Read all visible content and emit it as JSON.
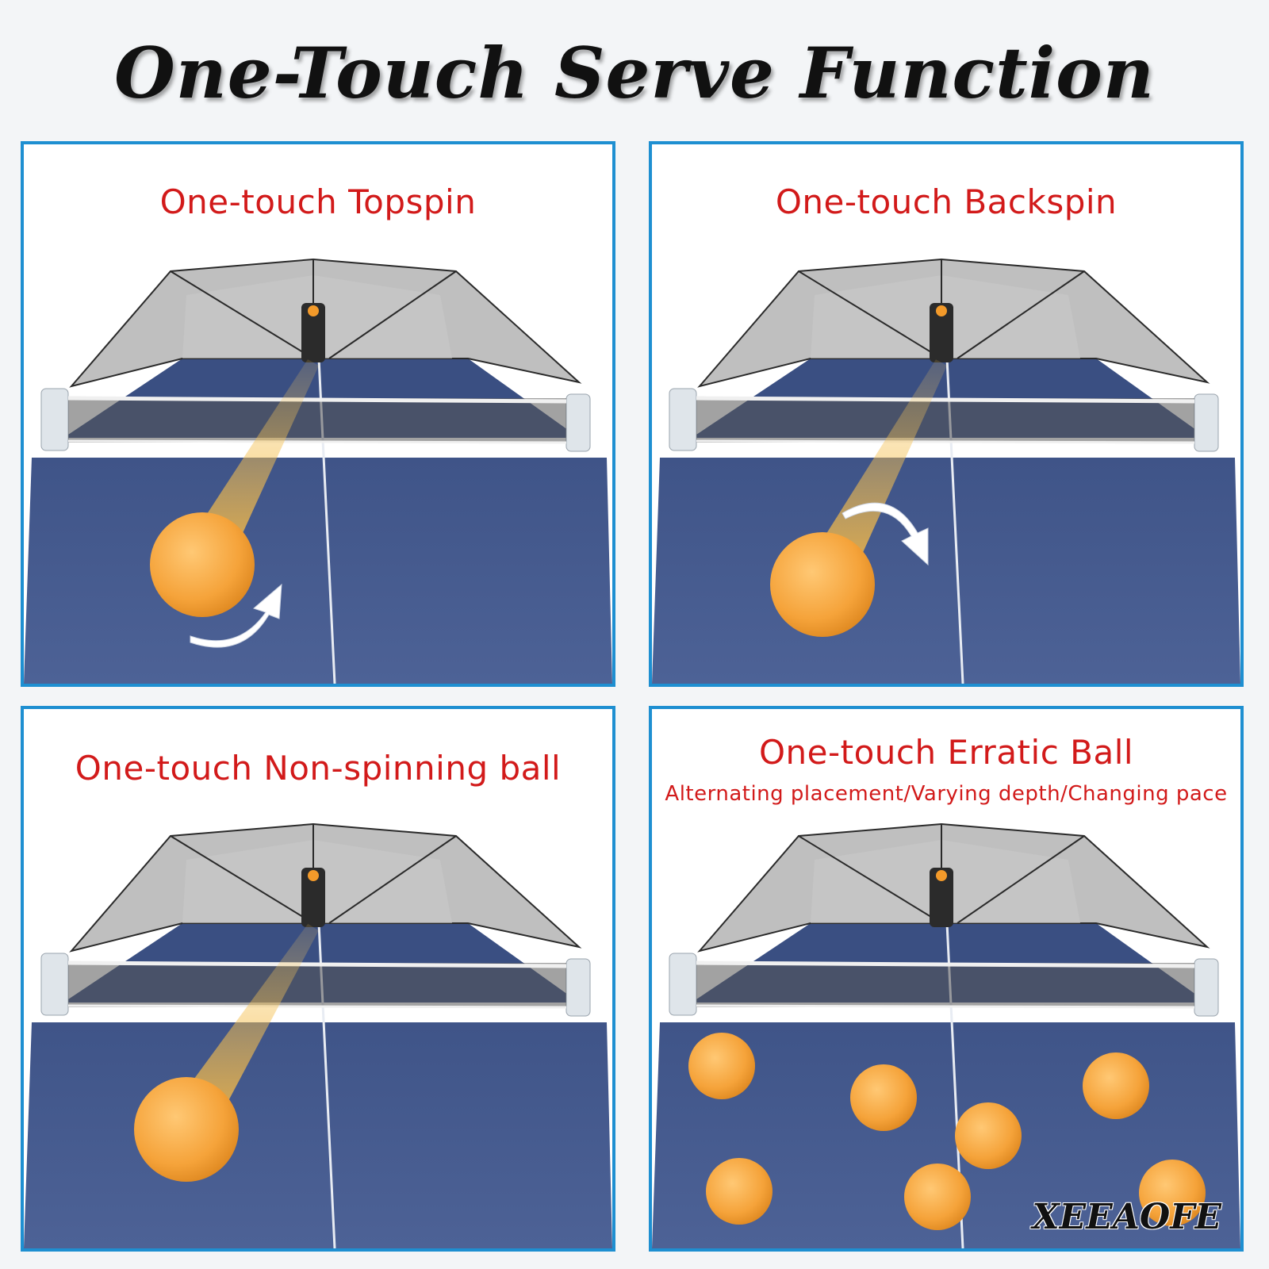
{
  "title": "One-Touch Serve Function",
  "panels": [
    {
      "title": "One-touch Topspin",
      "subtitle": "",
      "ball_motion": "topspin"
    },
    {
      "title": "One-touch Backspin",
      "subtitle": "",
      "ball_motion": "backspin"
    },
    {
      "title": "One-touch Non-spinning ball",
      "subtitle": "",
      "ball_motion": "no-spin"
    },
    {
      "title": "One-touch Erratic Ball",
      "subtitle": "Alternating placement/Varying depth/Changing pace",
      "ball_motion": "erratic"
    }
  ],
  "brand": "XEEAOFE",
  "colors": {
    "frame": "#1e8fd1",
    "heading_text": "#d21a1a",
    "table": "#4d6296",
    "ball": "#f5a33a",
    "net": "#2a2a2a"
  }
}
